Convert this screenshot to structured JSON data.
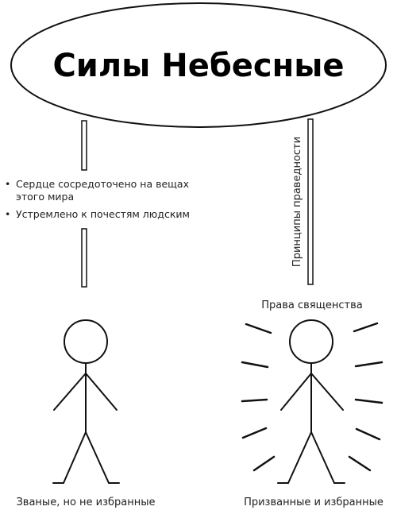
{
  "title": "Силы Небесные",
  "vertical_label": "Принципы праведности",
  "bullets": [
    "Сердце сосредоточено на вещах этого мира",
    "Устремлено к почестям людским"
  ],
  "right_top_label": "Права священства",
  "left_caption": "Званые, но не избранные",
  "right_caption": "Призванные и избранные"
}
